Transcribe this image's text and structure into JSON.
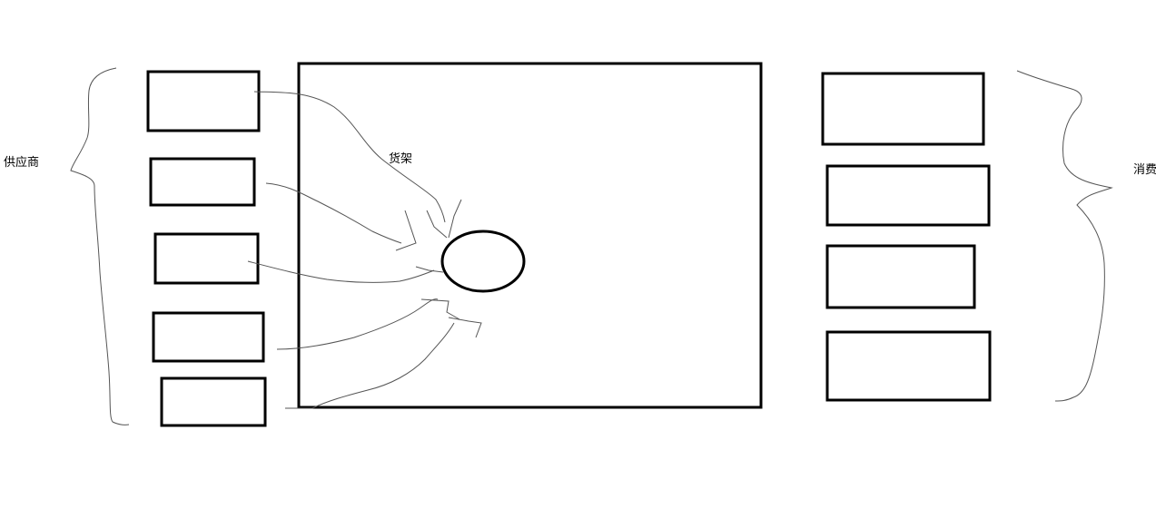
{
  "labels": {
    "supplier": "供应商",
    "shelf": "货架",
    "consumer": "消费"
  },
  "diagram": {
    "supplier_box_count": 5,
    "consumer_box_count": 4,
    "stroke_color": "#000000",
    "background_color": "#ffffff"
  }
}
